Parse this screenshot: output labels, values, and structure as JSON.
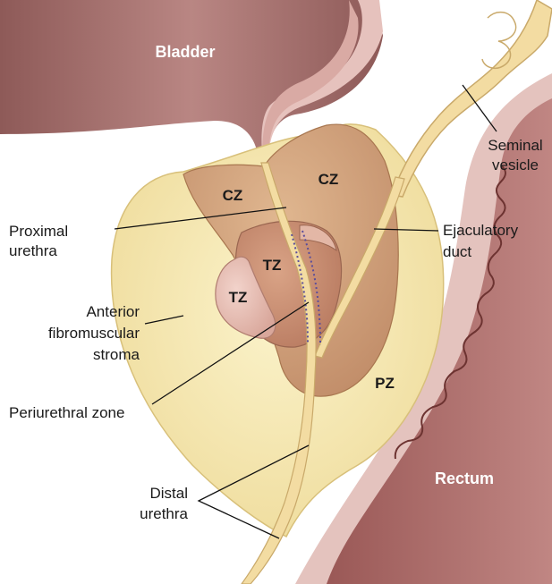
{
  "organs": {
    "bladder": "Bladder",
    "rectum": "Rectum"
  },
  "zones": {
    "cz_left": "CZ",
    "cz_right": "CZ",
    "tz_center": "TZ",
    "tz_left": "TZ",
    "pz": "PZ"
  },
  "labels": {
    "seminal_vesicle": [
      "Seminal",
      "vesicle"
    ],
    "ejaculatory_duct": [
      "Ejaculatory",
      "duct"
    ],
    "proximal_urethra": [
      "Proximal",
      "urethra"
    ],
    "anterior_stroma": [
      "Anterior",
      "fibromuscular",
      "stroma"
    ],
    "periurethral_zone": "Periurethral zone",
    "distal_urethra": [
      "Distal",
      "urethra"
    ]
  },
  "colors": {
    "bladder_wall": "#a36d6a",
    "bladder_lumen": "#e6c2bd",
    "rectum_wall": "#a05f5e",
    "rectum_lumen": "#e4c3be",
    "peripheral_zone": "#f6eab6",
    "central_zone": "#d3a57e",
    "transition_zone": "#c98f72",
    "tz_lobe": "#e6bdb3",
    "urethra_duct": "#f3dca2",
    "periurethral_dots": "#5a4d9a"
  }
}
